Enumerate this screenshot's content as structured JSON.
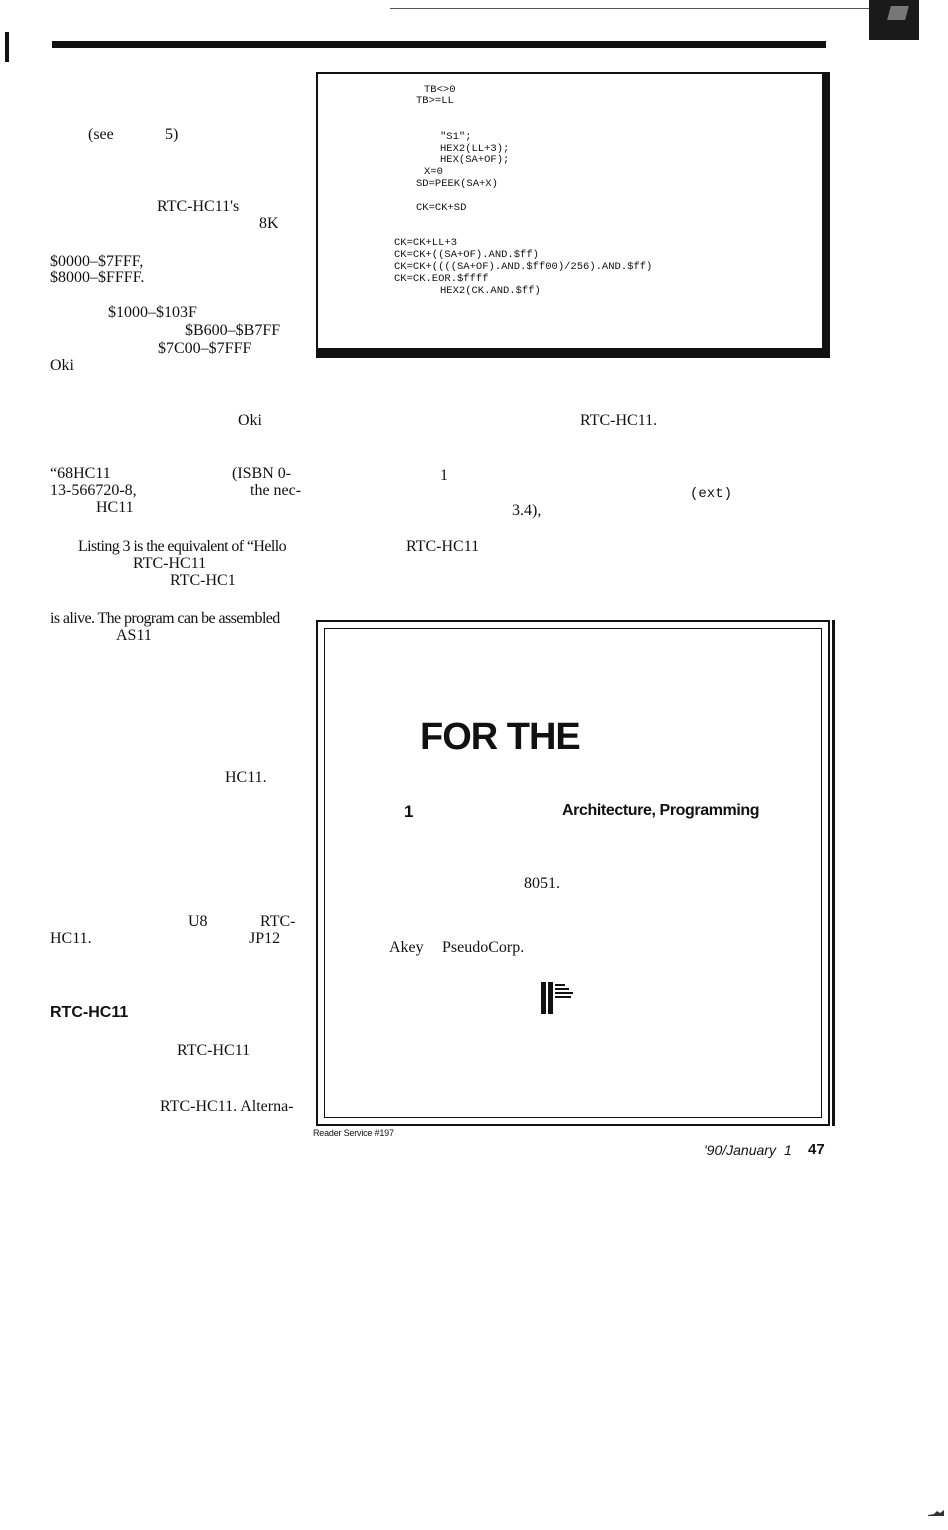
{
  "left_column": {
    "fragments": [
      "(see",
      "5)",
      "RTC-HC11's",
      "8K",
      "$0000–$7FFF,",
      "$8000–$FFFF.",
      "$1000–$103F",
      "$B600–$B7FF",
      "$7C00–$7FFF",
      "Oki",
      "Oki",
      "“68HC11",
      "(ISBN 0-",
      "13-566720-8,",
      "the nec-",
      "HC11",
      "Listing 3 is the equivalent of “Hello",
      "RTC-HC11",
      "RTC-HC1",
      "is alive. The program can be assembled",
      "AS11",
      "HC11.",
      "U8",
      "RTC-",
      "HC11.",
      "JP12",
      "RTC-HC11",
      "RTC-HC11",
      "RTC-HC11. Alterna-"
    ]
  },
  "listing": {
    "lines": [
      "TB<>0",
      "TB>=LL",
      "\"S1\";",
      "HEX2(LL+3);",
      "HEX(SA+OF);",
      "X=0",
      "SD=PEEK(SA+X)",
      "CK=CK+SD",
      "CK=CK+LL+3",
      "CK=CK+((SA+OF).AND.$ff)",
      "CK=CK+((((SA+OF).AND.$ff00)/256).AND.$ff)",
      "CK=CK.EOR.$ffff",
      "HEX2(CK.AND.$ff)"
    ]
  },
  "right_column": {
    "fragments": [
      "RTC-HC11.",
      "1",
      "(ext)",
      "3.4),",
      "RTC-HC11"
    ]
  },
  "ad": {
    "headline": "FOR THE",
    "number": "1",
    "subhead": "Architecture, Programming",
    "chip": "8051.",
    "line_left": "Akey",
    "line_right": "PseudoCorp."
  },
  "footer": {
    "reader_service": "Reader Service #197",
    "issue": "'90/January",
    "separator": "1",
    "page_number": "47"
  }
}
